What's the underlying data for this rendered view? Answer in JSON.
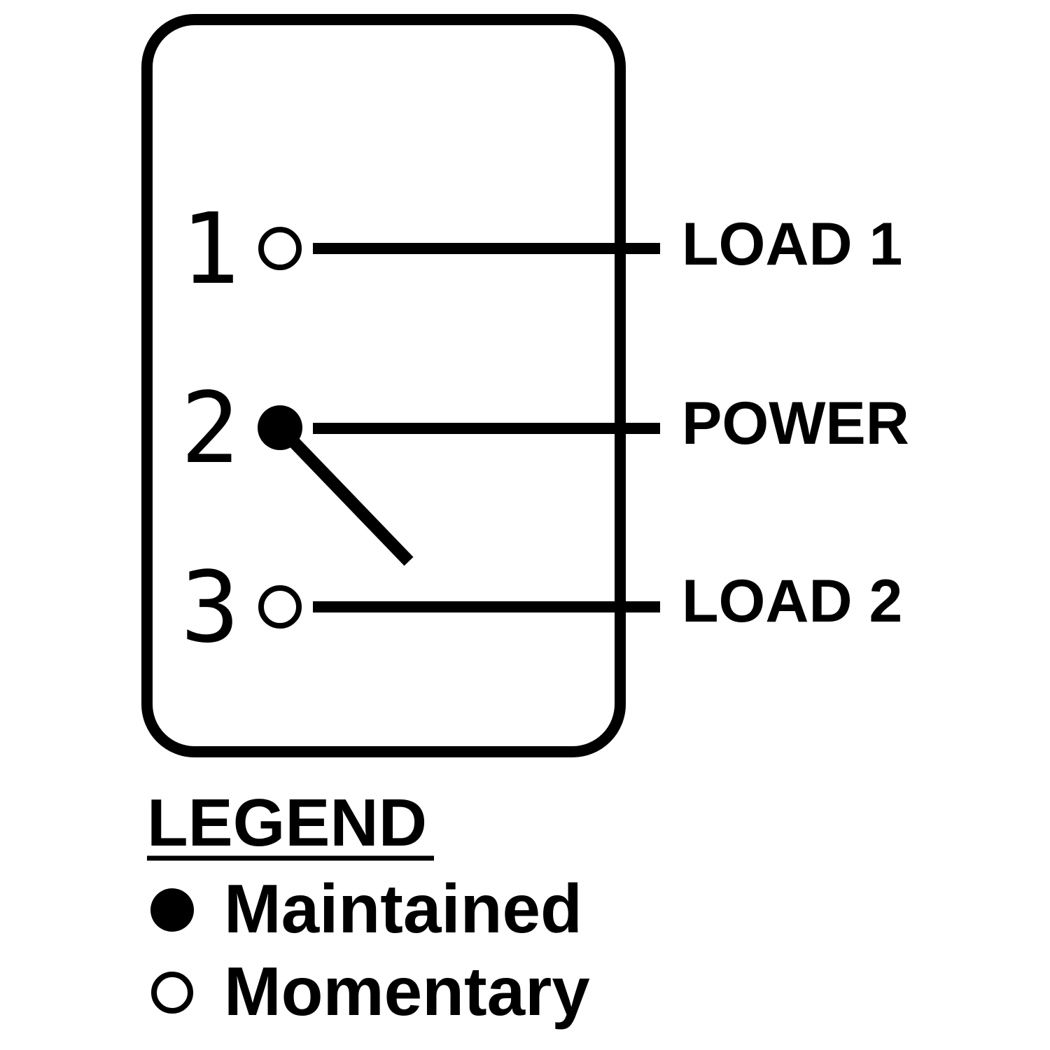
{
  "terminals": [
    {
      "number": "1",
      "label": "LOAD 1",
      "contact": "momentary"
    },
    {
      "number": "2",
      "label": "POWER",
      "contact": "maintained"
    },
    {
      "number": "3",
      "label": "LOAD 2",
      "contact": "momentary"
    }
  ],
  "legend": {
    "title": "LEGEND",
    "items": [
      {
        "symbol": "filled-circle",
        "label": "Maintained"
      },
      {
        "symbol": "open-circle",
        "label": "Momentary"
      }
    ]
  },
  "colors": {
    "ink": "#000000",
    "background": "#ffffff"
  }
}
